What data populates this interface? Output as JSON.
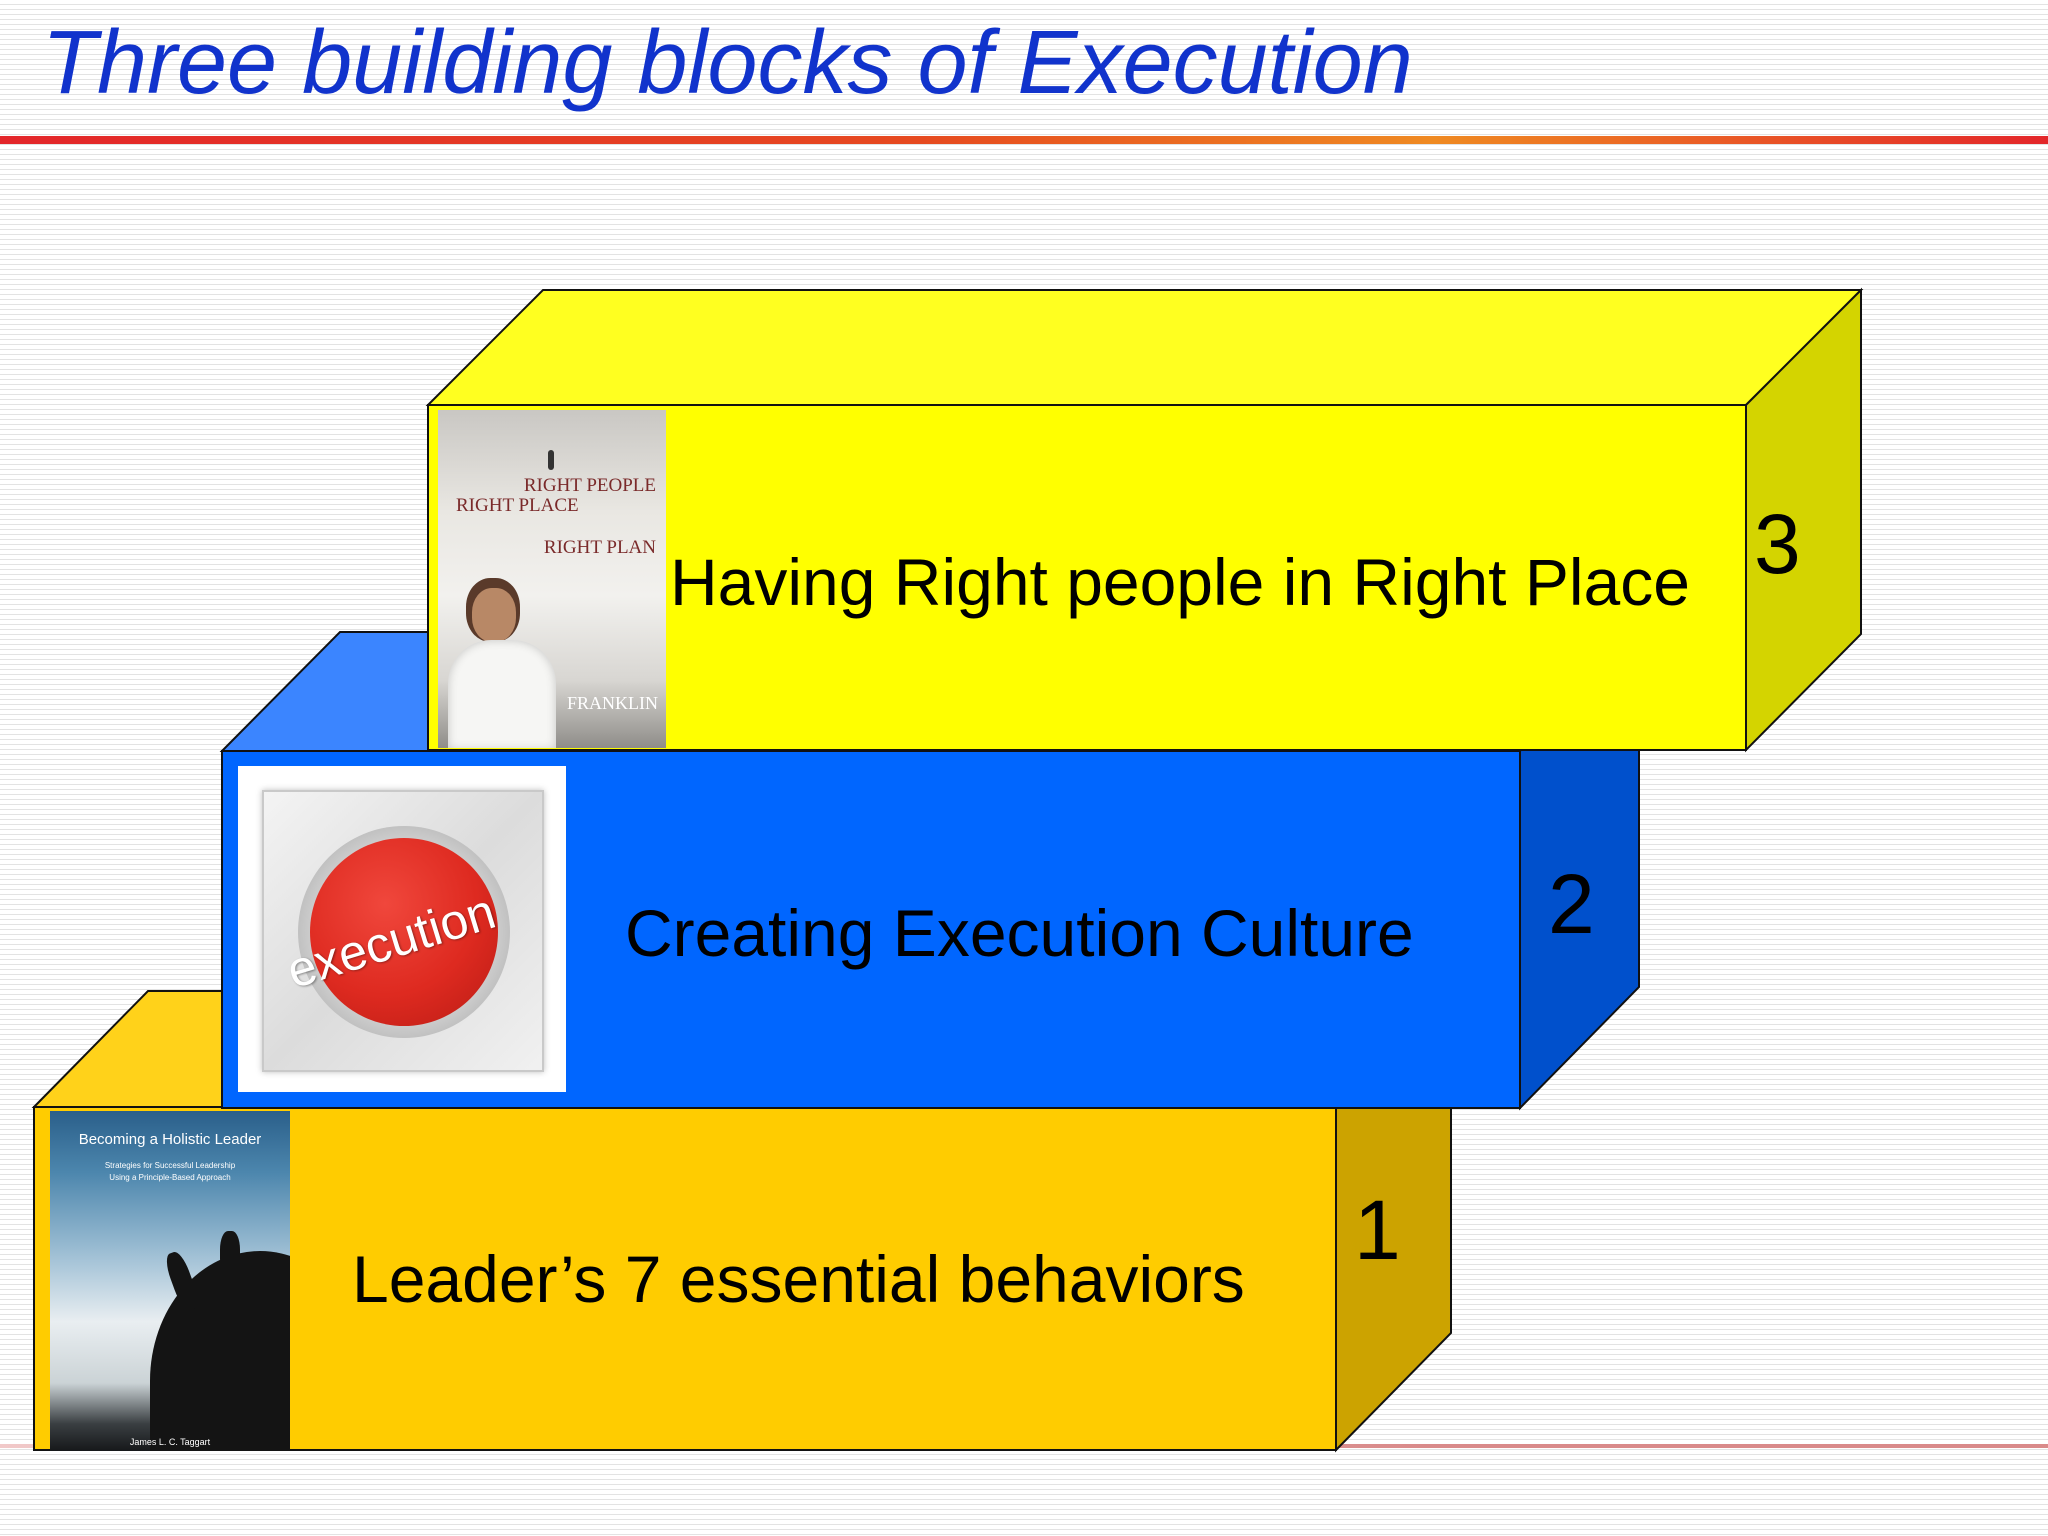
{
  "title": "Three building blocks of Execution",
  "colors": {
    "title": "#1133cc",
    "block_1_front": "#ffcc00",
    "block_2_front": "#0066ff",
    "block_3_front": "#ffff00"
  },
  "blocks": [
    {
      "number": "1",
      "label": "Leader’s 7 essential behaviors"
    },
    {
      "number": "2",
      "label": "Creating Execution Culture"
    },
    {
      "number": "3",
      "label": "Having Right people in Right Place"
    }
  ],
  "images": {
    "block_1_cover": {
      "title": "Becoming a Holistic Leader",
      "subtitle_line_1": "Strategies for Successful Leadership",
      "subtitle_line_2": "Using a Principle-Based Approach",
      "author": "James L. C. Taggart"
    },
    "block_2_button": {
      "text": "execution"
    },
    "block_3_cover": {
      "line_1": "RIGHT PEOPLE",
      "line_2": "RIGHT PLACE",
      "line_3": "RIGHT PLAN",
      "author": "FRANKLIN"
    }
  }
}
